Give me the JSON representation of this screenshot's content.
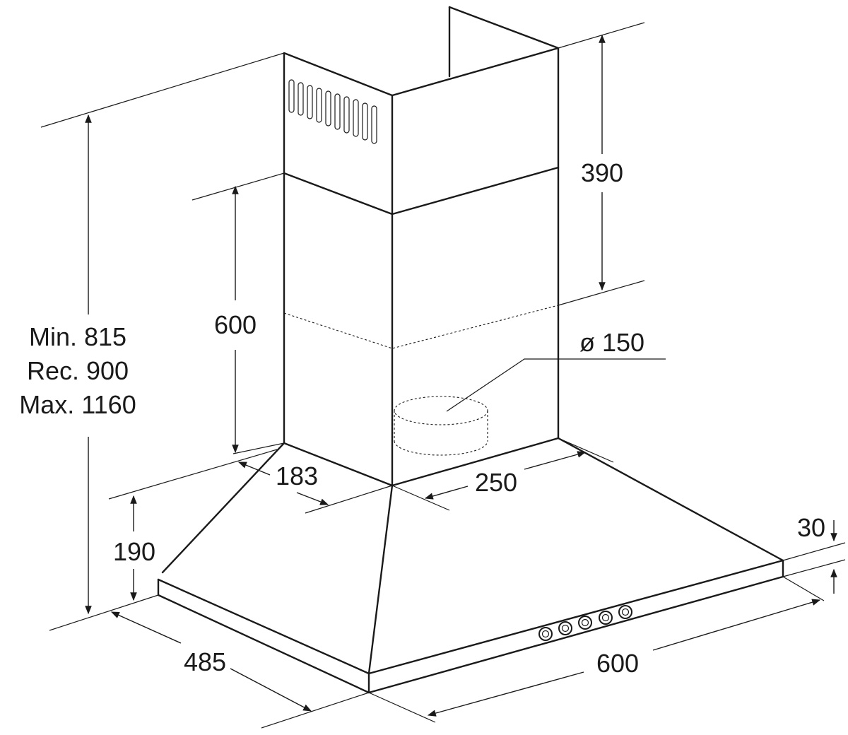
{
  "dimensions": {
    "height_min": "Min. 815",
    "height_rec": "Rec. 900",
    "height_max": "Max. 1160",
    "chimney_lower": "600",
    "chimney_upper": "390",
    "duct_diameter": "ø 150",
    "chimney_depth": "183",
    "chimney_width": "250",
    "canopy_height": "190",
    "rim_height": "30",
    "hood_depth": "485",
    "hood_width": "600"
  },
  "colors": {
    "line": "#1a1a1a",
    "background": "#ffffff"
  }
}
